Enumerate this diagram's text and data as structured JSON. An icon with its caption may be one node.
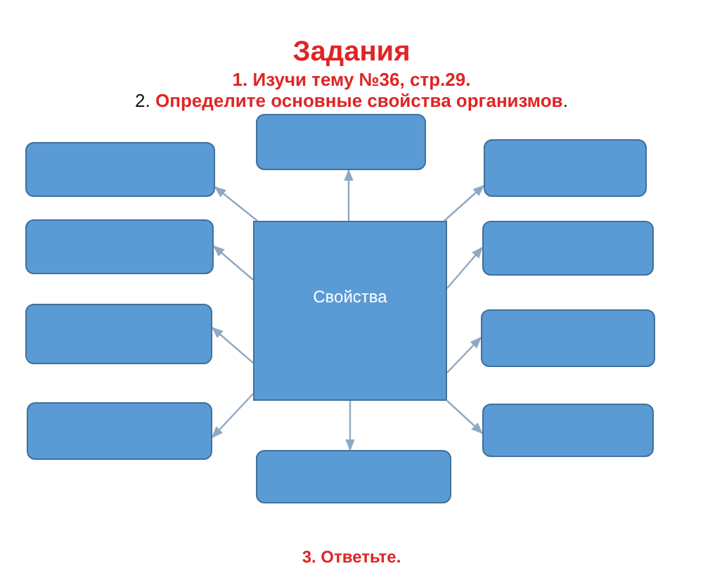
{
  "diagram": {
    "title": "Задания",
    "nodes": [
      {
        "text": [],
        "shape": "box"
      },
      {
        "text": [],
        "shape": "box"
      },
      {
        "text": [],
        "shape": "box"
      },
      {
        "text": [],
        "shape": "box"
      },
      {
        "text": [
          "Свойства"
        ]
      },
      {
        "text": [],
        "shape": "box"
      },
      {
        "text": [],
        "shape": "box"
      },
      {
        "text": [],
        "shape": "box"
      },
      {
        "text": [],
        "shape": "box"
      },
      {
        "text": [],
        "shape": "box"
      },
      {
        "text": [],
        "shape": "box"
      }
    ],
    "edges": [
      {
        "from": 4,
        "to": 0,
        "arrow": "to"
      },
      {
        "from": 4,
        "to": 1,
        "arrow": "to"
      },
      {
        "from": 4,
        "to": 2,
        "arrow": "to"
      },
      {
        "from": 4,
        "to": 3,
        "arrow": "to"
      },
      {
        "from": 4,
        "to": 5,
        "arrow": "to"
      },
      {
        "from": 4,
        "to": 6,
        "arrow": "to"
      },
      {
        "from": 4,
        "to": 7,
        "arrow": "to"
      },
      {
        "from": 4,
        "to": 8,
        "arrow": "to"
      },
      {
        "from": 4,
        "to": 9,
        "arrow": "to"
      },
      {
        "from": 4,
        "to": 10,
        "arrow": "to"
      }
    ],
    "labels": [
      "1. Изучи тему №36, стр.29.",
      "2. **Определите основные свойства организмов**.",
      "3. Ответьте."
    ]
  }
}
